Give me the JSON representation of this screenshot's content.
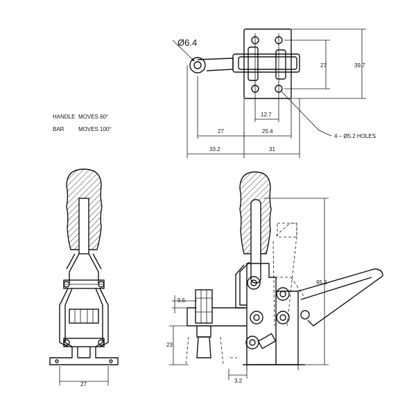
{
  "notes": {
    "handle_label": "HANDLE",
    "handle_value": "MOVES 60°",
    "bar_label": "BAR",
    "bar_value": "MOVES 100°"
  },
  "dimensions": {
    "hole_dia": "Ø6.4",
    "d27_vertical": "27",
    "d39_7": "39.7",
    "d12_7": "12.7",
    "d27_top": "27",
    "d25_4": "25.4",
    "holes_note": "4 – Ø5.2 HOLES",
    "d33_2": "33.2",
    "d31": "31",
    "d95_2": "95.2",
    "d9_5": "9.5",
    "d23": "23",
    "d3_2": "3.2",
    "d27_front": "27"
  }
}
